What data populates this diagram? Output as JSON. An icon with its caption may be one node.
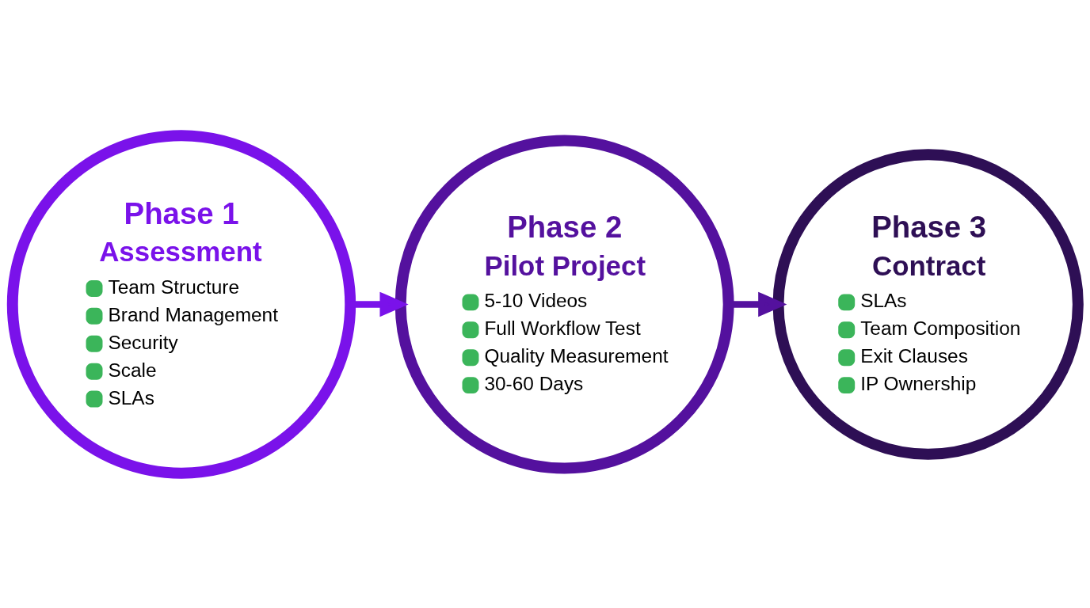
{
  "diagram": {
    "nodes": [
      {
        "text": [
          "Phase 1",
          "Assessment",
          "Team Structure",
          "Brand Management",
          "Security",
          "Scale",
          "SLAs"
        ]
      },
      {
        "text": [
          "Phase 2",
          "Pilot Project",
          "5-10 Videos",
          "Full Workflow Test",
          "Quality Measurement",
          "30-60 Days"
        ]
      },
      {
        "text": [
          "Phase 3",
          "Contract",
          "SLAs",
          "Team Composition",
          "Exit Clauses",
          "IP Ownership"
        ]
      }
    ],
    "edges": [
      {
        "from": 0,
        "to": 1,
        "arrow": "to"
      },
      {
        "from": 1,
        "to": 2,
        "arrow": "to"
      }
    ]
  }
}
